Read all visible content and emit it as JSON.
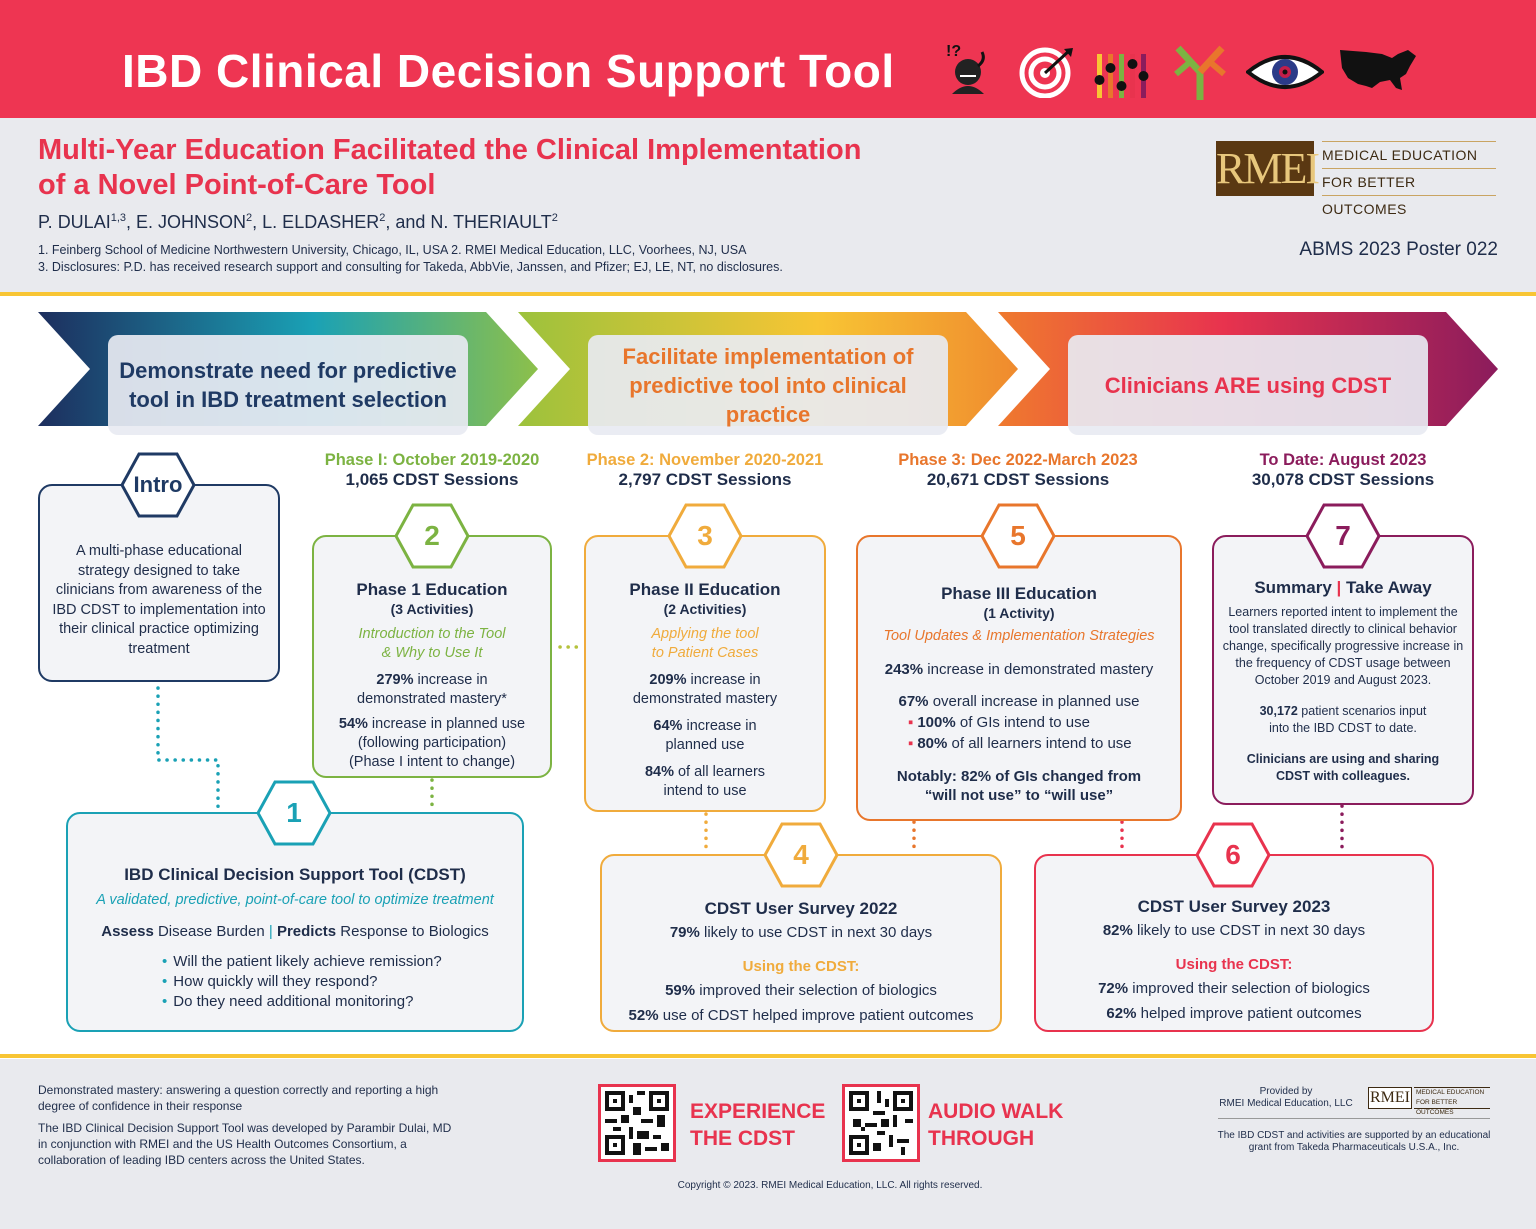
{
  "header": {
    "title": "IBD Clinical Decision Support Tool",
    "icons": [
      "confused-person-icon",
      "target-icon",
      "bar-levels-icon",
      "antibody-icon",
      "eye-icon",
      "usa-map-icon"
    ]
  },
  "info": {
    "subtitle_line1": "Multi-Year Education Facilitated the Clinical Implementation",
    "subtitle_line2": "of a Novel Point-of-Care Tool",
    "authors": [
      {
        "name": "P. DULAI",
        "sup": "1,3"
      },
      {
        "name": "E. JOHNSON",
        "sup": "2"
      },
      {
        "name": "L. ELDASHER",
        "sup": "2"
      },
      {
        "name": "N. THERIAULT",
        "sup": "2"
      }
    ],
    "authors_sep": ", ",
    "authors_and": ", and ",
    "affiliation1": "1. Feinberg School of Medicine Northwestern University, Chicago, IL, USA  2. RMEI Medical Education, LLC, Voorhees, NJ, USA",
    "affiliation2": "3. Disclosures: P.D. has received research support and consulting for Takeda, AbbVie, Janssen, and Pfizer; EJ, LE, NT, no disclosures.",
    "poster_id": "ABMS 2023 Poster 022",
    "logo_text": "RMEI",
    "logo_tag1": "MEDICAL EDUCATION",
    "logo_tag2": "FOR BETTER OUTCOMES"
  },
  "stages": [
    {
      "label": "Demonstrate need for predictive tool in IBD treatment selection",
      "color": "#1f3a64"
    },
    {
      "label": "Facilitate implementation of predictive tool into clinical practice",
      "color": "#e8762c"
    },
    {
      "label": "Clinicians ARE using CDST",
      "color": "#e8334e"
    }
  ],
  "phases": [
    {
      "title": "Phase I: October 2019-2020",
      "sessions": "1,065 CDST Sessions",
      "color": "#7cb342"
    },
    {
      "title": "Phase 2: November 2020-2021",
      "sessions": "2,797 CDST Sessions",
      "color": "#f0ab3c"
    },
    {
      "title": "Phase 3: Dec 2022-March 2023",
      "sessions": "20,671 CDST Sessions",
      "color": "#e8762c"
    },
    {
      "title": "To Date: August 2023",
      "sessions": "30,078 CDST Sessions",
      "color": "#8b1c5c"
    }
  ],
  "intro": {
    "hex": "Intro",
    "text": "A multi-phase educational strategy designed to take clinicians from awareness of the IBD CDST to implementation into their clinical practice optimizing treatment"
  },
  "card1": {
    "num": "1",
    "title": "IBD Clinical Decision Support Tool (CDST)",
    "italic": "A validated, predictive, point-of-care tool to optimize treatment",
    "assess_b": "Assess",
    "assess_t": " Disease Burden",
    "sep": " | ",
    "predicts_b": "Predicts",
    "predicts_t": " Response to Biologics",
    "bullets": [
      "Will the patient likely achieve remission?",
      "How quickly will they respond?",
      "Do they need additional monitoring?"
    ]
  },
  "card2": {
    "num": "2",
    "title": "Phase 1 Education",
    "sub": "(3 Activities)",
    "italic1": "Introduction to the Tool",
    "italic2": "& Why to Use It",
    "s1_b": "279%",
    "s1_t": " increase in",
    "s1_t2": "demonstrated mastery*",
    "s2_b": "54%",
    "s2_t": " increase in planned use",
    "s2_t2": "(following participation)",
    "s2_t3": "(Phase I intent to change)"
  },
  "card3": {
    "num": "3",
    "title": "Phase II Education",
    "sub": "(2 Activities)",
    "italic1": "Applying the tool",
    "italic2": "to Patient Cases",
    "s1_b": "209%",
    "s1_t": " increase in",
    "s1_t2": "demonstrated mastery",
    "s2_b": "64%",
    "s2_t": " increase in",
    "s2_t2": "planned use",
    "s3_b": "84%",
    "s3_t": " of all learners",
    "s3_t2": "intend to use"
  },
  "card4": {
    "num": "4",
    "title": "CDST User Survey 2022",
    "s1_b": "79%",
    "s1_t": " likely to use CDST in next 30 days",
    "using": "Using the CDST:",
    "s2_b": "59%",
    "s2_t": " improved their selection of biologics",
    "s3_b": "52%",
    "s3_t": " use of CDST helped improve patient outcomes"
  },
  "card5": {
    "num": "5",
    "title": "Phase III Education",
    "sub": "(1 Activity)",
    "italic": "Tool Updates & Implementation Strategies",
    "s1_b": "243%",
    "s1_t": " increase in demonstrated mastery",
    "s2_b": "67%",
    "s2_t": " overall increase in planned use",
    "s3_b": "100%",
    "s3_t": " of GIs intend to use",
    "s4_b": "80%",
    "s4_t": " of all learners intend to use",
    "s5_t": "Notably: 82% of GIs changed from",
    "s5_t2": "“will not use” to “will use”"
  },
  "card6": {
    "num": "6",
    "title": "CDST User Survey 2023",
    "s1_b": "82%",
    "s1_t": " likely to use CDST in next 30 days",
    "using": "Using the CDST:",
    "s2_b": "72%",
    "s2_t": " improved their selection of biologics",
    "s3_b": "62%",
    "s3_t": " helped improve patient outcomes"
  },
  "card7": {
    "num": "7",
    "title_a": "Summary",
    "title_sep": " | ",
    "title_b": "Take Away",
    "text": "Learners reported intent to implement the tool translated directly to clinical behavior change, specifically progressive increase in the frequency of CDST usage between October 2019 and August 2023.",
    "s1_b": "30,172",
    "s1_t": " patient scenarios input",
    "s1_t2": "into the IBD CDST to date.",
    "s2": "Clinicians are using and sharing",
    "s2b": "CDST with colleagues."
  },
  "footer": {
    "note1": "Demonstrated mastery: answering a question correctly and reporting a high degree of confidence in their response",
    "note2": "The IBD Clinical Decision Support Tool was developed by Parambir Dulai, MD in conjunction with RMEI and the US Health Outcomes Consortium, a collaboration of leading IBD centers across the United States.",
    "qr1_l1": "EXPERIENCE",
    "qr1_l2": "THE CDST",
    "qr2_l1": "AUDIO WALK",
    "qr2_l2": "THROUGH",
    "copyright": "Copyright © 2023. RMEI Medical Education, LLC. All rights reserved.",
    "provided1": "Provided by",
    "provided2": "RMEI Medical Education, LLC",
    "small_logo": "RMEI",
    "small_tag1": "MEDICAL EDUCATION",
    "small_tag2": "FOR BETTER OUTCOMES",
    "grant": "The IBD CDST and activities are supported by an educational grant from Takeda Pharmaceuticals U.S.A., Inc."
  },
  "colors": {
    "red": "#ee3552",
    "navy": "#1f2d4a",
    "teal": "#1aa1b5",
    "green": "#7cb342",
    "amber": "#f0ab3c",
    "orange": "#e8762c",
    "crimson": "#e8334e",
    "plum": "#8b1c5c",
    "yellow": "#f8c534"
  }
}
